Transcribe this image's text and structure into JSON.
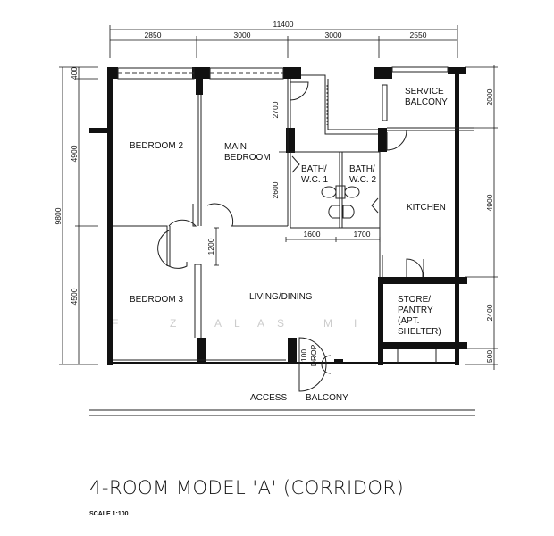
{
  "title": "4-ROOM MODEL 'A' (CORRIDOR)",
  "scale": "SCALE  1:100",
  "watermark": "F I Z A L  A S M I",
  "dimensions": {
    "overall_width": "11400",
    "top": [
      "2850",
      "3000",
      "3000",
      "2550"
    ],
    "overall_depth": "9800",
    "left": [
      "400",
      "4900",
      "4500"
    ],
    "right": [
      "2000",
      "4900",
      "2400",
      "500"
    ],
    "interior": {
      "corridor": "2700",
      "bath_depth": "2600",
      "bath1_width": "1600",
      "bath2_width": "1700",
      "passage": "1200",
      "drop": "100",
      "drop_label": "DROP"
    }
  },
  "rooms": {
    "bedroom2": "BEDROOM 2",
    "main_bedroom": [
      "MAIN",
      "BEDROOM"
    ],
    "bath1": [
      "BATH/",
      "W.C. 1"
    ],
    "bath2": [
      "BATH/",
      "W.C. 2"
    ],
    "service_balcony": [
      "SERVICE",
      "BALCONY"
    ],
    "kitchen": "KITCHEN",
    "bedroom3": "BEDROOM 3",
    "living_dining": "LIVING/DINING",
    "store": [
      "STORE/",
      "PANTRY",
      "(APT.",
      "SHELTER)"
    ],
    "access": "ACCESS",
    "balcony": "BALCONY"
  }
}
